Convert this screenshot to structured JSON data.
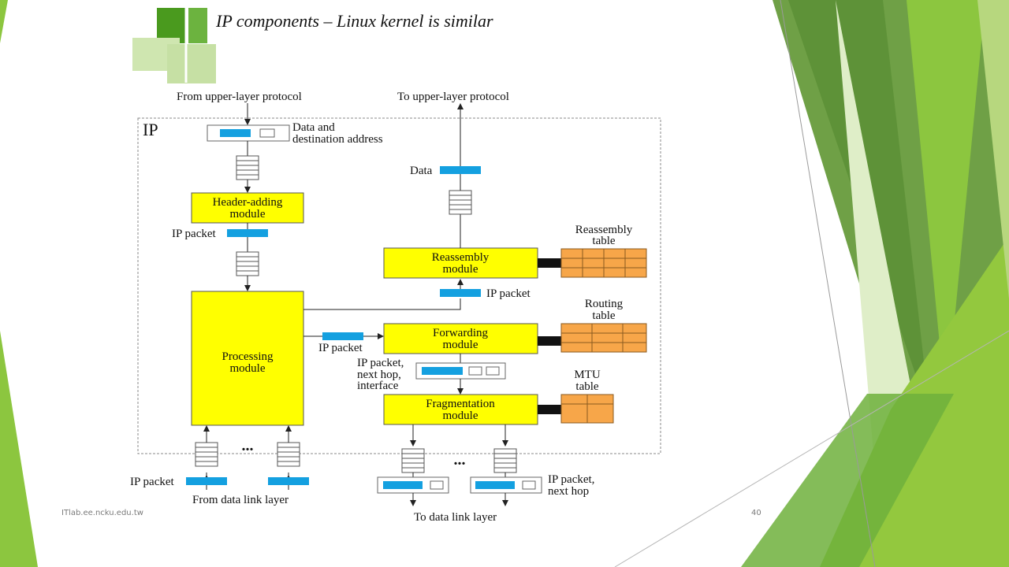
{
  "slide": {
    "title": "IP components – Linux kernel is similar",
    "footer_site": "ITlab.ee.ncku.edu.tw",
    "page_number": "40"
  },
  "diagram": {
    "box_label": "IP",
    "top_left_label": "From upper-layer protocol",
    "top_right_label": "To upper-layer protocol",
    "input_packet_label_1": "Data and",
    "input_packet_label_2": "destination address",
    "data_label": "Data",
    "header_module_1": "Header-adding",
    "header_module_2": "module",
    "ip_packet_label_1": "IP packet",
    "processing_module_1": "Processing",
    "processing_module_2": "module",
    "reassembly_module_1": "Reassembly",
    "reassembly_module_2": "module",
    "reassembly_table_1": "Reassembly",
    "reassembly_table_2": "table",
    "ip_packet_label_2": "IP packet",
    "routing_table_1": "Routing",
    "routing_table_2": "table",
    "ip_packet_label_3": "IP packet",
    "forwarding_module_1": "Forwarding",
    "forwarding_module_2": "module",
    "fwd_out_label_1": "IP packet,",
    "fwd_out_label_2": "next hop,",
    "fwd_out_label_3": "interface",
    "mtu_table_1": "MTU",
    "mtu_table_2": "table",
    "fragmentation_module_1": "Fragmentation",
    "fragmentation_module_2": "module",
    "ellipsis_left": "...",
    "ellipsis_right": "...",
    "bottom_ip_packet": "IP packet",
    "from_data_link": "From data link layer",
    "bottom_right_label_1": "IP packet,",
    "bottom_right_label_2": "next hop",
    "to_data_link": "To data link layer"
  },
  "colors": {
    "module_fill": "#ffff00",
    "table_fill": "#f7a649",
    "packet_fill": "#14a0e0",
    "accent_green": "#7ab648"
  }
}
